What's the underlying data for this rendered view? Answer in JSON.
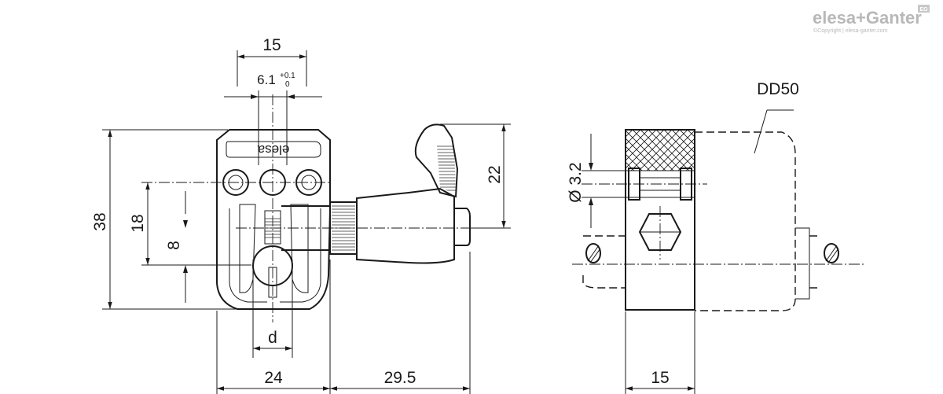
{
  "brand": {
    "logo_text": "elesa+Ganter",
    "logo_badge": "EG",
    "copyright": "©Copyright | elesa-ganter.com"
  },
  "part": {
    "body_marking": "elesa"
  },
  "dimensions": {
    "width_top": "15",
    "slot_width": "6.1",
    "slot_tol_upper": "+0.1",
    "slot_tol_lower": "0",
    "height_overall": "38",
    "height_axis": "18",
    "height_lower": "8",
    "bore": "d",
    "width_body": "24",
    "plunger_reach": "29.5",
    "lever_height": "22",
    "pin_diameter": "Ø 3.2",
    "side_width": "15",
    "shaft_ref": "DD50"
  }
}
